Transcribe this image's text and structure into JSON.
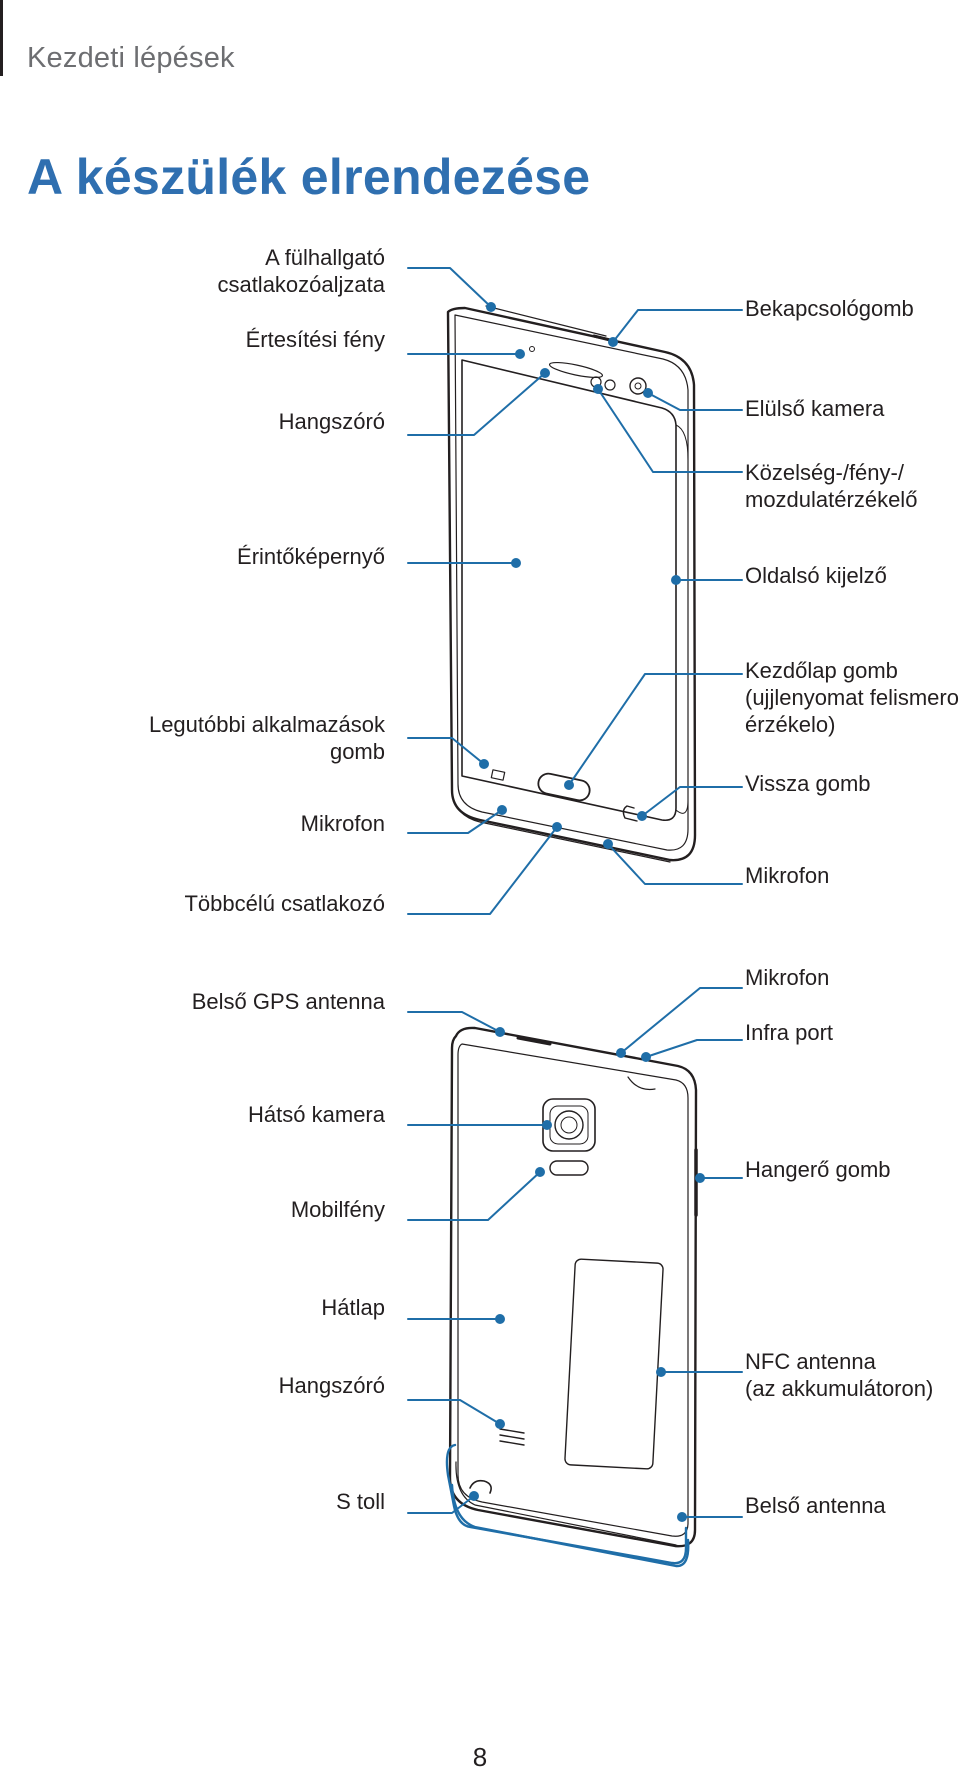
{
  "header": {
    "section": "Kezdeti lépések"
  },
  "title": "A készülék elrendezése",
  "front": {
    "left": [
      {
        "id": "headset",
        "text": "A fülhallgató\ncsatlakozóaljzata"
      },
      {
        "id": "notif",
        "text": "Értesítési fény"
      },
      {
        "id": "speaker",
        "text": "Hangszóró"
      },
      {
        "id": "touch",
        "text": "Érintőképernyő"
      },
      {
        "id": "recent",
        "text": "Legutóbbi alkalmazások\ngomb"
      },
      {
        "id": "mic1",
        "text": "Mikrofon"
      },
      {
        "id": "multi",
        "text": "Többcélú csatlakozó"
      }
    ],
    "right": [
      {
        "id": "power",
        "text": "Bekapcsológomb"
      },
      {
        "id": "frontcam",
        "text": "Elülső kamera"
      },
      {
        "id": "sensor",
        "text": "Közelség-/fény-/\nmozdulatérzékelő"
      },
      {
        "id": "sidedisp",
        "text": "Oldalsó kijelző"
      },
      {
        "id": "home",
        "text": "Kezdőlap gomb\n(ujjlenyomat felismero\nérzékelo)"
      },
      {
        "id": "back",
        "text": "Vissza gomb"
      },
      {
        "id": "mic2",
        "text": "Mikrofon"
      }
    ]
  },
  "back": {
    "left": [
      {
        "id": "gps",
        "text": "Belső GPS antenna"
      },
      {
        "id": "rearcam",
        "text": "Hátsó kamera"
      },
      {
        "id": "flash",
        "text": "Mobilfény"
      },
      {
        "id": "cover",
        "text": "Hátlap"
      },
      {
        "id": "speaker2",
        "text": "Hangszóró"
      },
      {
        "id": "spen",
        "text": "S toll"
      }
    ],
    "right": [
      {
        "id": "mic3",
        "text": "Mikrofon"
      },
      {
        "id": "ir",
        "text": "Infra port"
      },
      {
        "id": "volume",
        "text": "Hangerő gomb"
      },
      {
        "id": "nfc",
        "text": "NFC antenna\n(az akkumulátoron)"
      },
      {
        "id": "antenna",
        "text": "Belső antenna"
      }
    ]
  },
  "page_number": "8",
  "colors": {
    "accent": "#2f6fb0",
    "callout": "#1f6ea8",
    "text": "#231f20",
    "header": "#6d6e71"
  }
}
